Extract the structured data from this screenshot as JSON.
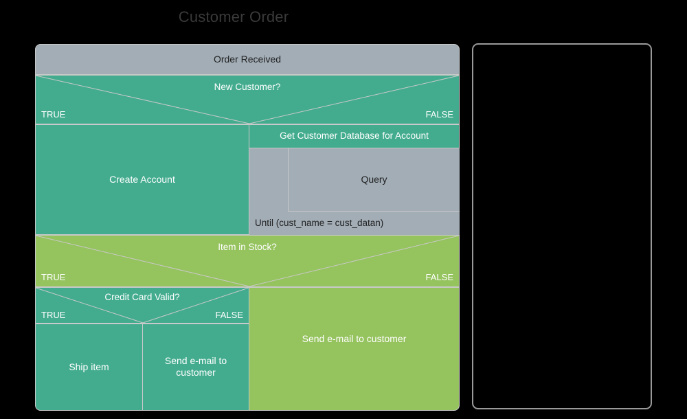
{
  "title": "Customer Order",
  "colors": {
    "background": "#000000",
    "title_text": "#3a3a3a",
    "teal": "#43ac8e",
    "green": "#95c35e",
    "grey": "#a2adb6",
    "border": "#c9c9c9",
    "panel_border": "#9a9a9a"
  },
  "diagram": {
    "type": "nassi-shneiderman-structogram",
    "start_block": {
      "label": "Order Received",
      "fill": "grey"
    },
    "decisions": [
      {
        "id": "new-customer",
        "label": "New Customer?",
        "fill": "teal",
        "true_label": "TRUE",
        "false_label": "FALSE",
        "true_branch": {
          "label": "Create Account",
          "fill": "teal"
        },
        "false_branch": {
          "label": "Get Customer Database for Account",
          "fill": "teal",
          "loop": {
            "fill": "grey",
            "body": {
              "label": "Query",
              "fill": "grey"
            },
            "condition": "Until (cust_name = cust_datan)"
          }
        }
      },
      {
        "id": "item-in-stock",
        "label": "Item in Stock?",
        "fill": "green",
        "true_label": "TRUE",
        "false_label": "FALSE",
        "false_branch": {
          "label": "Send e-mail to customer",
          "fill": "green"
        },
        "nested_decision": {
          "id": "credit-card-valid",
          "label": "Credit Card Valid?",
          "fill": "teal",
          "true_label": "TRUE",
          "false_label": "FALSE",
          "true_branch": {
            "label": "Ship item",
            "fill": "teal"
          },
          "false_branch": {
            "label": "Send e-mail to customer",
            "fill": "teal"
          }
        }
      }
    ]
  },
  "side_panel": {
    "content": ""
  }
}
